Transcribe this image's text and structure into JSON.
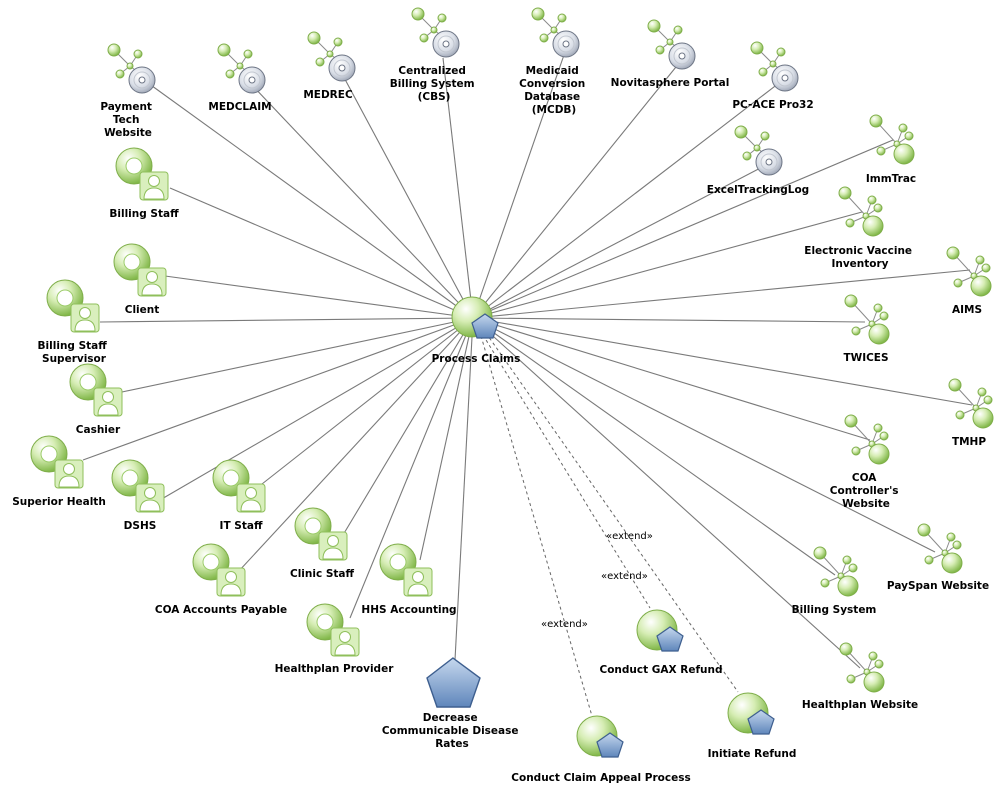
{
  "center": {
    "label": "Process Claims"
  },
  "systems": [
    {
      "id": "ptw",
      "label": [
        "Payment",
        "Tech",
        "Website"
      ]
    },
    {
      "id": "medclaim",
      "label": [
        "MEDCLAIM"
      ]
    },
    {
      "id": "medrec",
      "label": [
        "MEDREC"
      ]
    },
    {
      "id": "cbs",
      "label": [
        "Centralized",
        "Billing System",
        "(CBS)"
      ]
    },
    {
      "id": "mcdb",
      "label": [
        "Medicaid",
        "Conversion",
        "Database",
        "(MCDB)"
      ]
    },
    {
      "id": "novitas",
      "label": [
        "Novitasphere Portal"
      ]
    },
    {
      "id": "pcace",
      "label": [
        "PC-ACE Pro32"
      ]
    },
    {
      "id": "excel",
      "label": [
        "ExcelTrackingLog"
      ]
    }
  ],
  "interfaces": [
    {
      "id": "immtrac",
      "label": [
        "ImmTrac"
      ]
    },
    {
      "id": "evi",
      "label": [
        "Electronic Vaccine",
        "Inventory"
      ]
    },
    {
      "id": "aims",
      "label": [
        "AIMS"
      ]
    },
    {
      "id": "twices",
      "label": [
        "TWICES"
      ]
    },
    {
      "id": "tmhp",
      "label": [
        "TMHP"
      ]
    },
    {
      "id": "coacw",
      "label": [
        "COA",
        "Controller's",
        "Website"
      ]
    },
    {
      "id": "payspan",
      "label": [
        "PaySpan Website"
      ]
    },
    {
      "id": "billsys",
      "label": [
        "Billing System"
      ]
    },
    {
      "id": "hpweb",
      "label": [
        "Healthplan Website"
      ]
    }
  ],
  "actors": [
    {
      "id": "billstaff",
      "label": [
        "Billing Staff"
      ]
    },
    {
      "id": "client",
      "label": [
        "Client"
      ]
    },
    {
      "id": "bssup",
      "label": [
        "Billing Staff",
        "Supervisor"
      ]
    },
    {
      "id": "cashier",
      "label": [
        "Cashier"
      ]
    },
    {
      "id": "superior",
      "label": [
        "Superior Health"
      ]
    },
    {
      "id": "dshs",
      "label": [
        "DSHS"
      ]
    },
    {
      "id": "itstaff",
      "label": [
        "IT Staff"
      ]
    },
    {
      "id": "coaap",
      "label": [
        "COA Accounts Payable"
      ]
    },
    {
      "id": "clinic",
      "label": [
        "Clinic Staff"
      ]
    },
    {
      "id": "hhs",
      "label": [
        "HHS Accounting"
      ]
    },
    {
      "id": "hpprov",
      "label": [
        "Healthplan Provider"
      ]
    }
  ],
  "goal": {
    "id": "dcdr",
    "label": [
      "Decrease",
      "Communicable Disease",
      "Rates"
    ]
  },
  "usecases": [
    {
      "id": "gax",
      "label": [
        "Conduct GAX Refund"
      ]
    },
    {
      "id": "appeal",
      "label": [
        "Conduct Claim Appeal Process"
      ]
    },
    {
      "id": "refund",
      "label": [
        "Initiate Refund"
      ]
    }
  ],
  "extend_label": "«extend»",
  "colors": {
    "green_light": "#e9f5d4",
    "green_dark": "#8dc055",
    "pentagon": "#7e9fc9",
    "line": "#7a7a7a"
  }
}
